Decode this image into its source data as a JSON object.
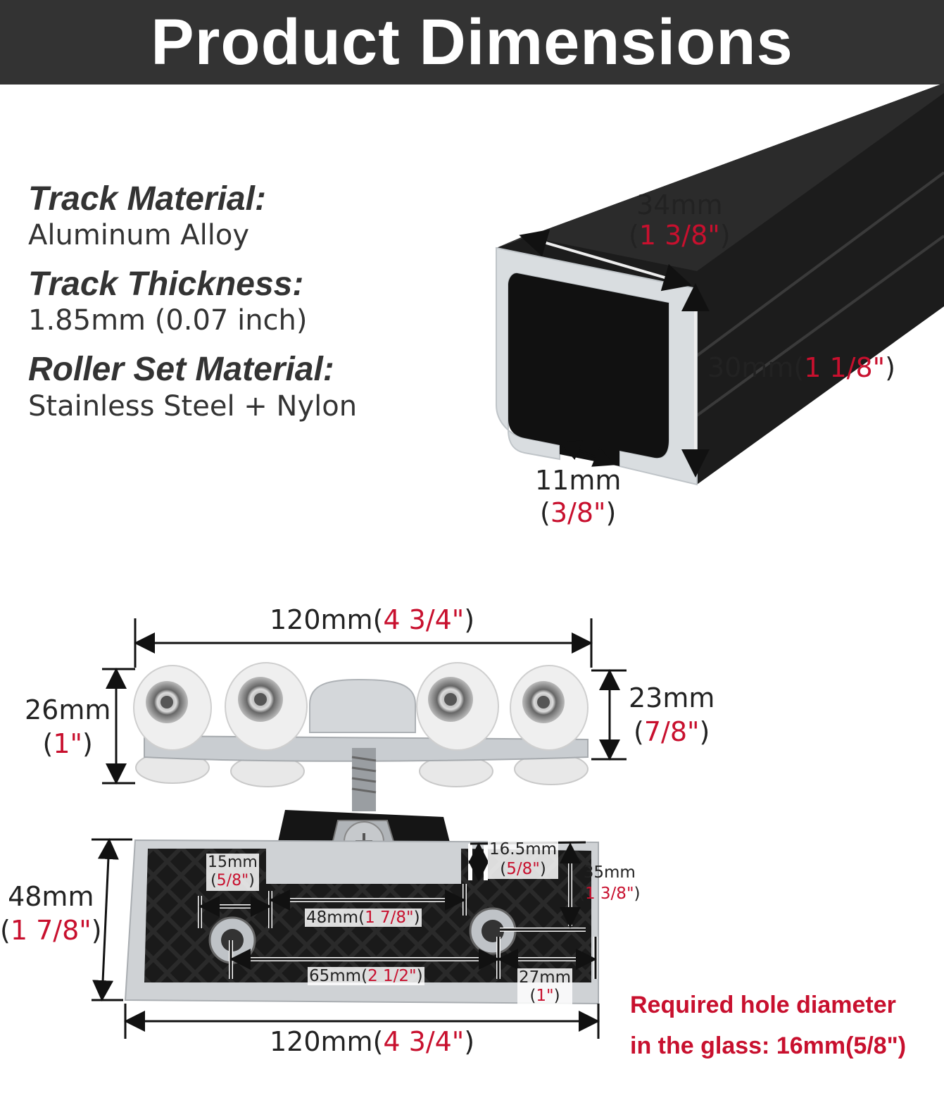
{
  "header": {
    "title": "Product Dimensions"
  },
  "specs": [
    {
      "label": "Track Material:",
      "value": "Aluminum Alloy"
    },
    {
      "label": "Track Thickness:",
      "value": "1.85mm (0.07 inch)"
    },
    {
      "label": "Roller Set Material:",
      "value": "Stainless Steel + Nylon"
    }
  ],
  "track_dims": {
    "width": {
      "mm": "34mm",
      "open": "(",
      "inch": "1 3/8\"",
      "close": ")"
    },
    "height": {
      "mm": "30mm(",
      "inch": "1 1/8\"",
      "close": ")"
    },
    "opening": {
      "mm": "11mm",
      "open": "(",
      "inch": "3/8\"",
      "close": ")"
    }
  },
  "roller_dims": {
    "length": {
      "mm": "120mm(",
      "inch": "4 3/4\"",
      "close": ")"
    },
    "height_left": {
      "mm": "26mm",
      "open": "(",
      "inch": "1\"",
      "close": ")"
    },
    "height_right": {
      "mm": "23mm",
      "open": "(",
      "inch": "7/8\"",
      "close": ")"
    }
  },
  "plate_dims": {
    "height": {
      "mm": "48mm",
      "open": "(",
      "inch": "1 7/8\"",
      "close": ")"
    },
    "edge_to_hole": {
      "mm": "15mm",
      "open": "(",
      "inch": "5/8\"",
      "close": ")"
    },
    "hole_span_inner": {
      "mm": "48mm(",
      "inch": "1 7/8\"",
      "close": ")"
    },
    "step_depth": {
      "mm": "16.5mm",
      "open": "(",
      "inch": "5/8\"",
      "close": ")"
    },
    "step_height": {
      "mm": "35mm",
      "open": "(",
      "inch": "1 3/8\"",
      "close": ")"
    },
    "hole_center_span": {
      "mm": "65mm(",
      "inch": "2 1/2\"",
      "close": ")"
    },
    "hole_to_edge": {
      "mm": "27mm",
      "open": "(",
      "inch": "1\"",
      "close": ")"
    },
    "length": {
      "mm": "120mm(",
      "inch": "4 3/4\"",
      "close": ")"
    }
  },
  "note": {
    "line1": "Required hole diameter",
    "line2": "in the glass: 16mm(5/8\")"
  },
  "colors": {
    "header_bg": "#333333",
    "accent_red": "#c8102e",
    "track_black": "#1c1c1c",
    "aluminum": "#d9dde0"
  }
}
